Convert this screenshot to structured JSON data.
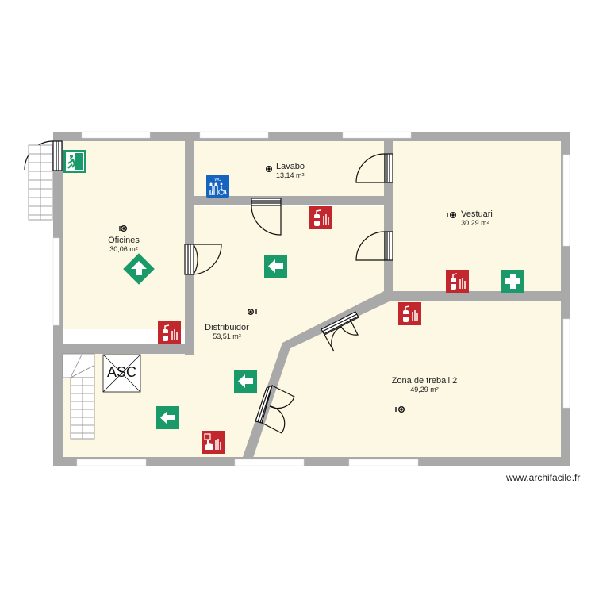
{
  "plan": {
    "colors": {
      "wall": "#a9a9a9",
      "floor": "#fcf8e3",
      "window": "#ffffff",
      "exit_green": "#1a9a68",
      "fire_red": "#c1272d",
      "wc_blue": "#1565c0",
      "line": "#111111"
    },
    "rooms": [
      {
        "name": "Oficines",
        "area": "30,06 m²"
      },
      {
        "name": "Lavabo",
        "area": "13,14 m²"
      },
      {
        "name": "Vestuari",
        "area": "30,29 m²"
      },
      {
        "name": "Distribuidor",
        "area": "53,51 m²"
      },
      {
        "name": "Zona de treball 2",
        "area": "49,29 m²"
      }
    ],
    "elevator_label": "ASC",
    "wc_sign_text": "WC",
    "signs": [
      "emergency-exit-running-man",
      "exit-arrow-diagonal",
      "exit-arrow-left",
      "exit-arrow-left",
      "exit-arrow-left",
      "fire-extinguisher",
      "fire-extinguisher",
      "fire-extinguisher",
      "fire-extinguisher",
      "fire-alarm-call-point",
      "first-aid",
      "accessible-wc"
    ]
  },
  "watermark": "www.archifacile.fr"
}
